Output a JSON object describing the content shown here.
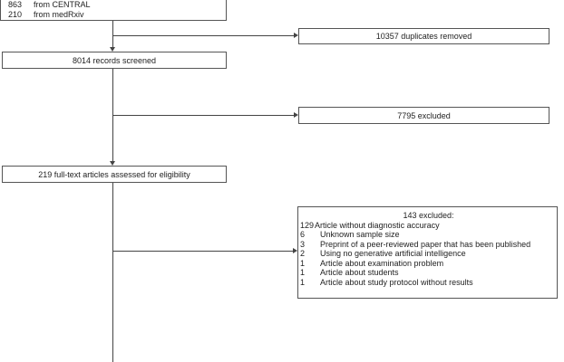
{
  "sources": [
    {
      "count": "863",
      "label": "from CENTRAL"
    },
    {
      "count": "210",
      "label": "from medRxiv"
    }
  ],
  "duplicates": "10357 duplicates removed",
  "screened": "8014 records screened",
  "excluded_screen": "7795 excluded",
  "fulltext": "219 full-text articles assessed for eligibility",
  "excluded_full": {
    "title": "143 excluded:",
    "reasons": [
      {
        "count": "129",
        "label": "Article without diagnostic accuracy"
      },
      {
        "count": "6",
        "label": "Unknown sample size"
      },
      {
        "count": "3",
        "label": "Preprint of a peer-reviewed paper that has been published"
      },
      {
        "count": "2",
        "label": "Using no generative artificial intelligence"
      },
      {
        "count": "1",
        "label": "Article about examination problem"
      },
      {
        "count": "1",
        "label": "Article about students"
      },
      {
        "count": "1",
        "label": "Article about study protocol without results"
      }
    ]
  }
}
